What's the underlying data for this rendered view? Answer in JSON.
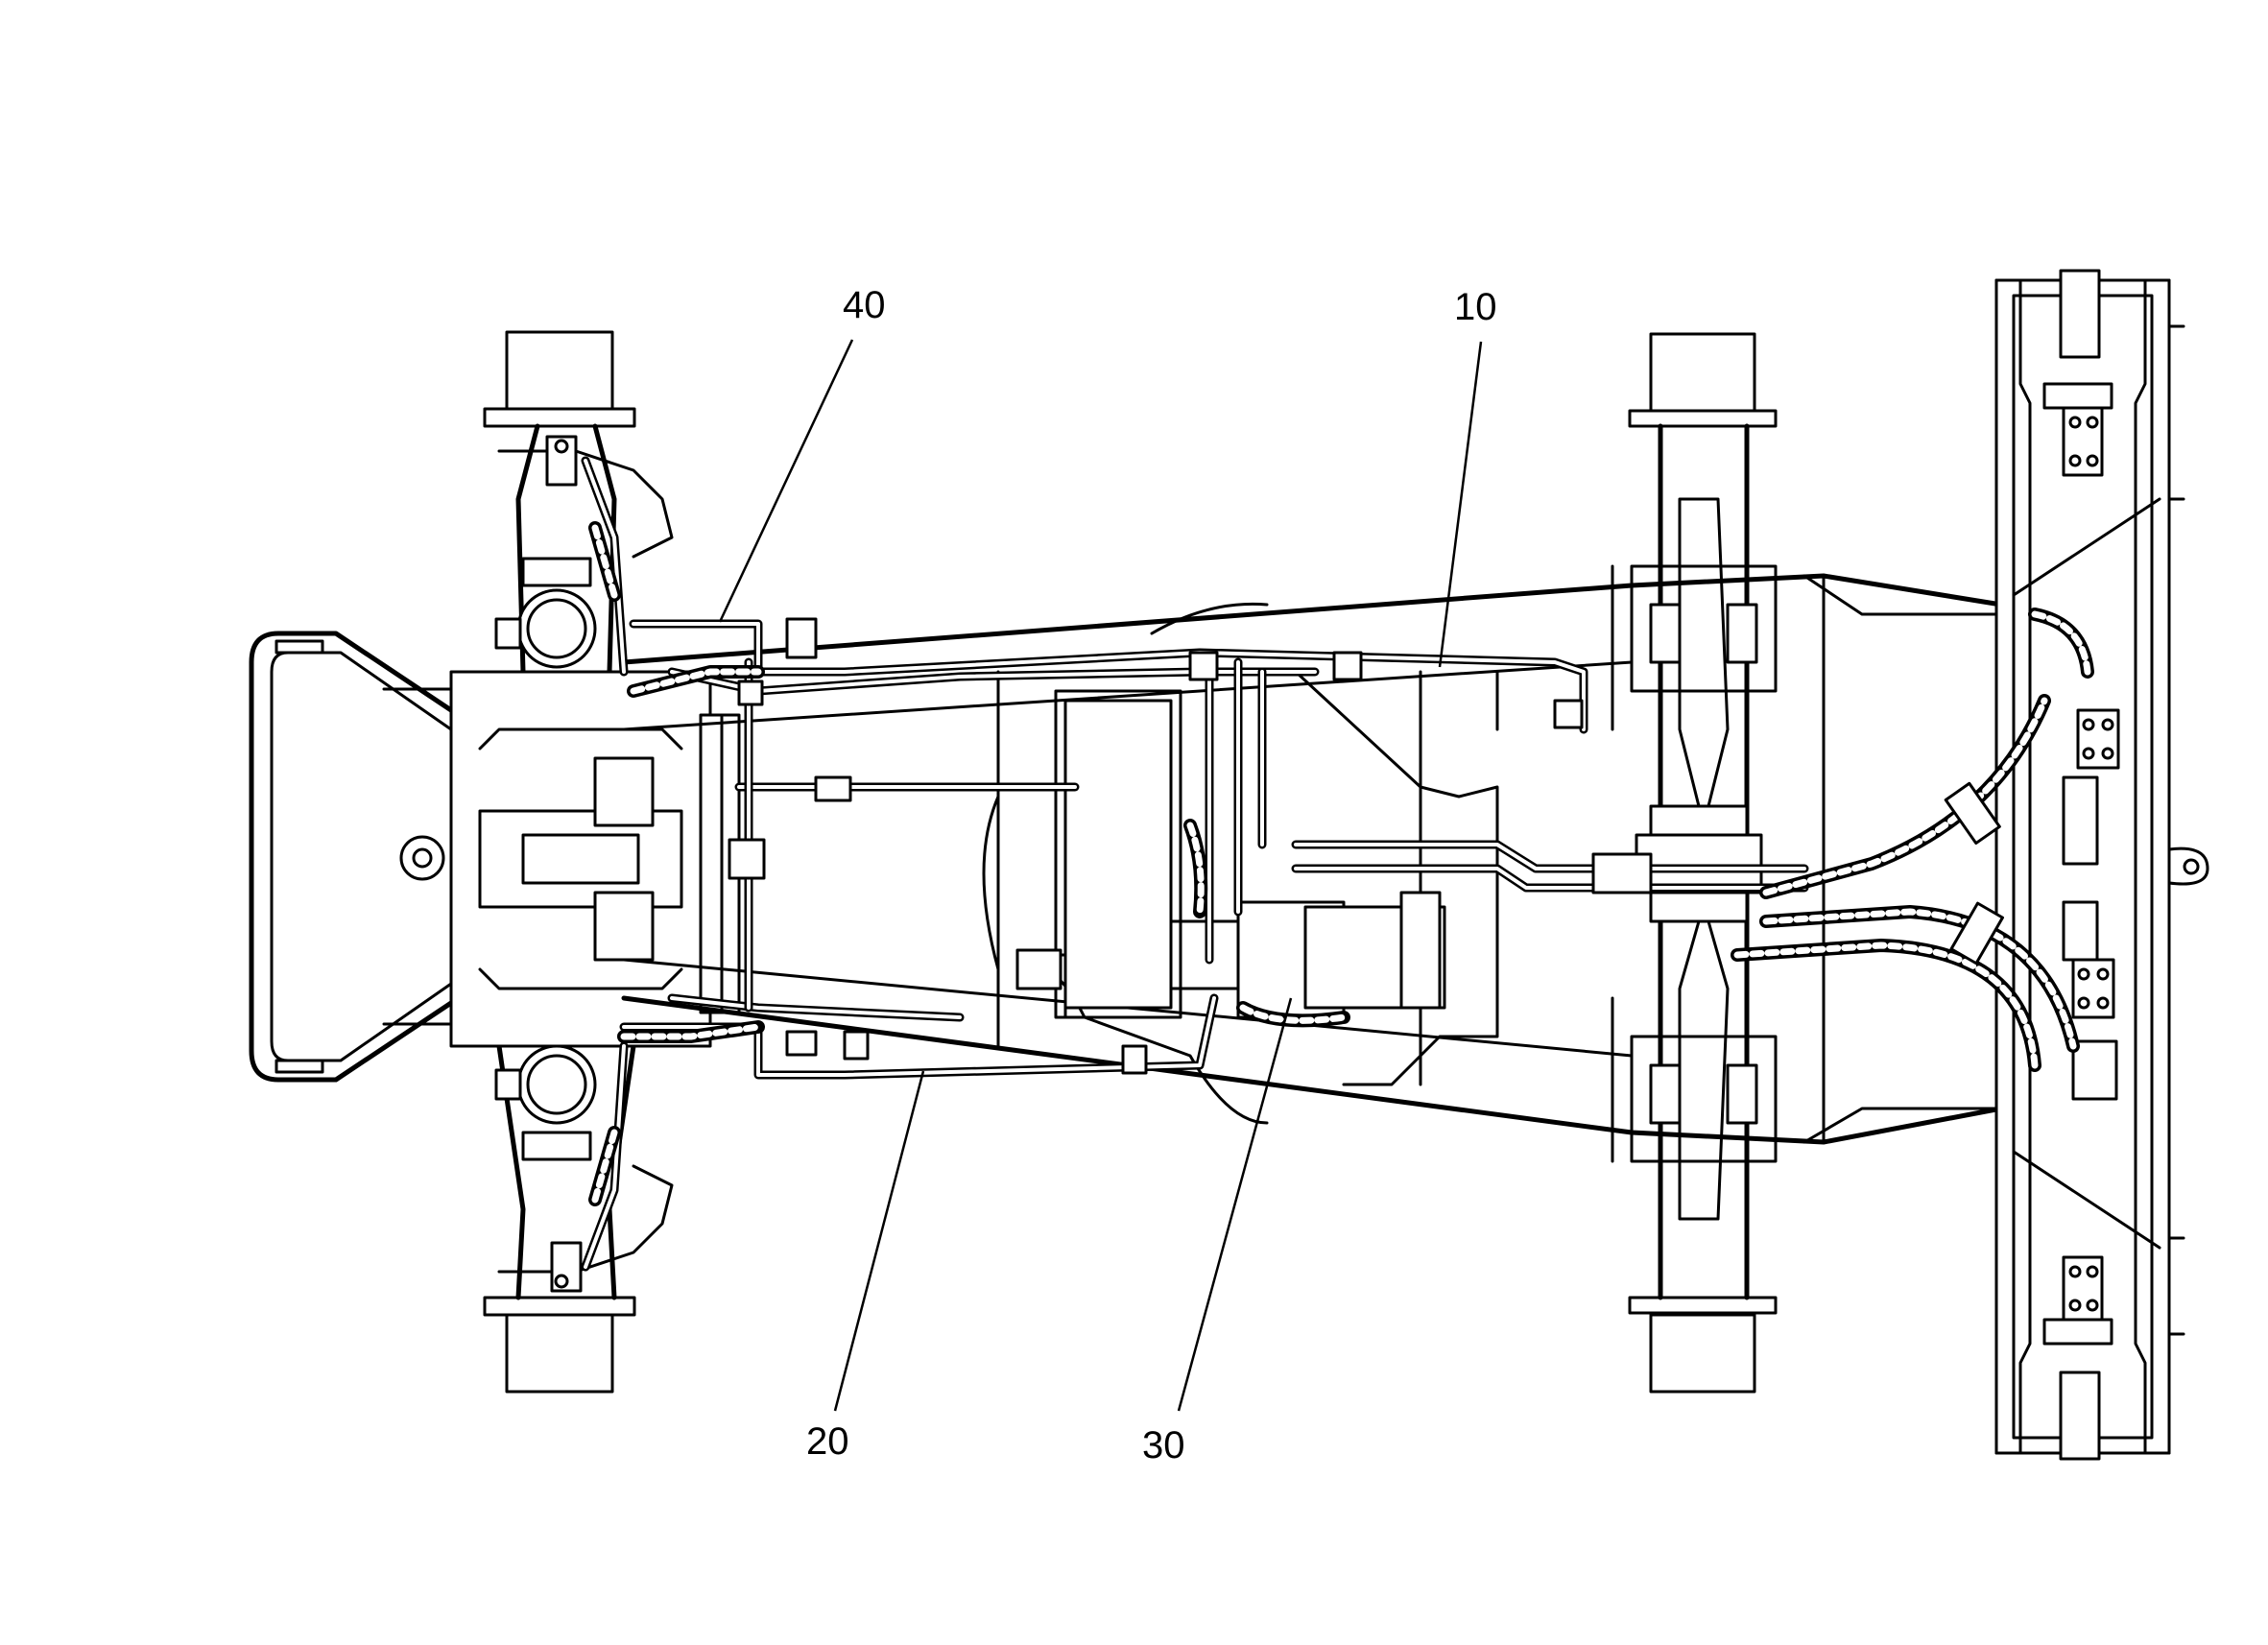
{
  "callouts": [
    {
      "id": "c10",
      "label": "10"
    },
    {
      "id": "c20",
      "label": "20"
    },
    {
      "id": "c30",
      "label": "30"
    },
    {
      "id": "c40",
      "label": "40"
    }
  ],
  "colors": {
    "line": "#000000",
    "background": "#ffffff"
  }
}
